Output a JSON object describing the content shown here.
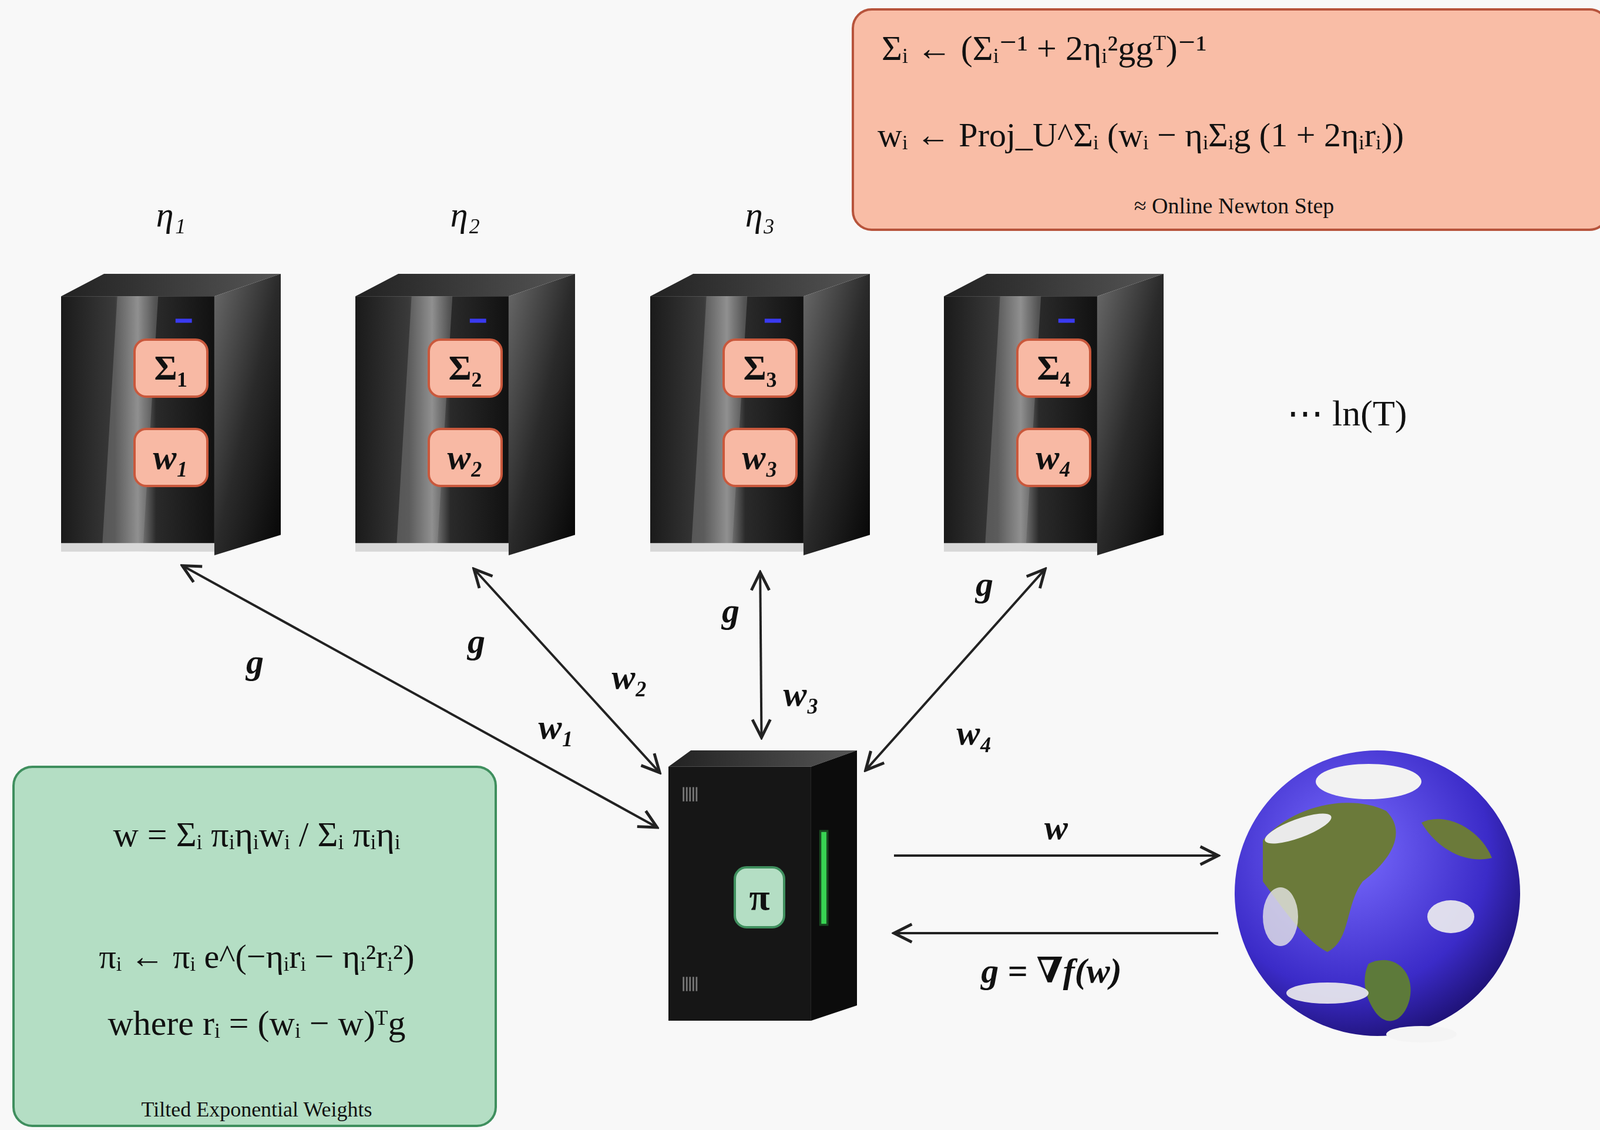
{
  "diagram": {
    "nodes": [
      {
        "text": [
          "Σᵢ ← (Σᵢ⁻¹ + 2ηᵢ²ggᵀ)⁻¹",
          "wᵢ ← Proj_U^Σᵢ (wᵢ − ηᵢΣᵢg (1 + 2ηᵢrᵢ))",
          "≈ Online Newton Step"
        ]
      },
      {
        "text": [
          "η₁"
        ]
      },
      {
        "text": [
          "Σ₁"
        ],
        "in": 1
      },
      {
        "text": [
          "w₁"
        ],
        "in": 1
      },
      {
        "text": [
          "η₂"
        ]
      },
      {
        "text": [
          "Σ₂"
        ],
        "in": 4
      },
      {
        "text": [
          "w₂"
        ],
        "in": 4
      },
      {
        "text": [
          "η₃"
        ]
      },
      {
        "text": [
          "Σ₃"
        ],
        "in": 7
      },
      {
        "text": [
          "w₃"
        ],
        "in": 7
      },
      {
        "text": []
      },
      {
        "text": [
          "Σ₄"
        ],
        "in": 10
      },
      {
        "text": [
          "w₄"
        ],
        "in": 10
      },
      {
        "text": [
          "w = Σᵢ πᵢηᵢwᵢ / Σᵢ πᵢηᵢ",
          "πᵢ ← πᵢ e^(−ηᵢrᵢ − ηᵢ²rᵢ²)",
          "where rᵢ = (wᵢ − w)ᵀg",
          "Tilted Exponential Weights"
        ]
      },
      {
        "text": [
          "π"
        ]
      }
    ],
    "edges": [
      {
        "from": 1,
        "to": 14,
        "label": "g",
        "arrow": "both"
      },
      {
        "from": 4,
        "to": 14,
        "label": "g",
        "arrow": "both"
      },
      {
        "from": 7,
        "to": 14,
        "label": "g",
        "arrow": "both"
      },
      {
        "from": 10,
        "to": 14,
        "label": "g",
        "arrow": "both"
      }
    ],
    "labels": [
      "⋯ ln(T)",
      "w₁",
      "w₂",
      "w₃",
      "w₄",
      "w",
      "g = ∇f(w)"
    ]
  }
}
